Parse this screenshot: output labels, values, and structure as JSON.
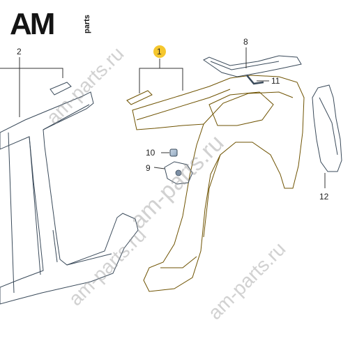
{
  "logo": {
    "main": "AM",
    "sub": "parts"
  },
  "watermark": "am-parts.ru",
  "callouts": [
    {
      "id": "1",
      "highlighted": true
    },
    {
      "id": "2",
      "highlighted": false
    },
    {
      "id": "8",
      "highlighted": false
    },
    {
      "id": "9",
      "highlighted": false
    },
    {
      "id": "10",
      "highlighted": false
    },
    {
      "id": "11",
      "highlighted": false
    },
    {
      "id": "12",
      "highlighted": false
    }
  ],
  "colors": {
    "highlight_part": "#f2c22a",
    "highlight_badge": "#f5c72e",
    "other_parts": "#a9bcd0"
  }
}
